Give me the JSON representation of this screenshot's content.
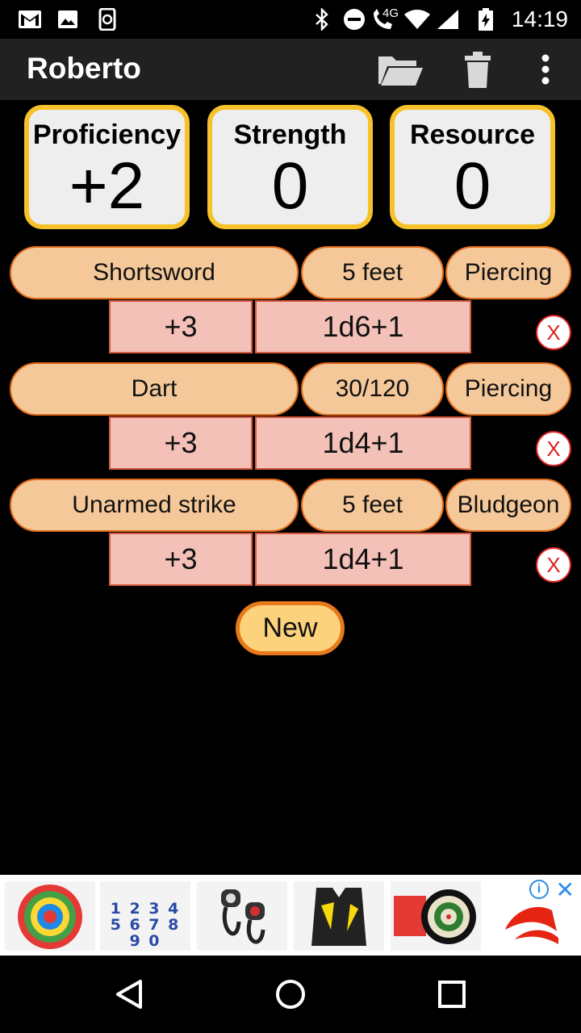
{
  "status_bar": {
    "time": "14:19",
    "network": "4G",
    "icons": [
      "gmail-icon",
      "image-icon",
      "sync-phone-icon",
      "bluetooth-icon",
      "do-not-disturb-icon",
      "wifi-calling-icon",
      "wifi-icon",
      "signal-icon",
      "battery-charging-icon"
    ]
  },
  "app_bar": {
    "title": "Roberto",
    "actions": [
      "folder-open-icon",
      "trash-icon",
      "more-vert-icon"
    ]
  },
  "stats": [
    {
      "label": "Proficiency",
      "value": "+2"
    },
    {
      "label": "Strength",
      "value": "0"
    },
    {
      "label": "Resource",
      "value": "0"
    }
  ],
  "attacks": [
    {
      "name": "Shortsword",
      "range": "5 feet",
      "type": "Piercing",
      "bonus": "+3",
      "damage": "1d6+1",
      "delete_label": "X"
    },
    {
      "name": "Dart",
      "range": "30/120",
      "type": "Piercing",
      "bonus": "+3",
      "damage": "1d4+1",
      "delete_label": "X"
    },
    {
      "name": "Unarmed strike",
      "range": "5 feet",
      "type": "Bludgeon",
      "bonus": "+3",
      "damage": "1d4+1",
      "delete_label": "X"
    }
  ],
  "new_button": "New",
  "ad": {
    "info_label": "i",
    "close_label": "✕",
    "thumb_text": "1 2 3 4 5 6 7 8 9 0",
    "items": [
      "dartboard-toy-image",
      "number-magnets-image",
      "bike-lights-image",
      "life-vest-image",
      "dartboard-set-image",
      "brand-logo-image"
    ]
  },
  "nav": [
    "back-icon",
    "home-icon",
    "recents-icon"
  ],
  "colors": {
    "stat_border": "#f6c22a",
    "pill_fill": "#f5c89a",
    "pill_border": "#e06a1a",
    "cell_fill": "#f4c1b8",
    "new_fill": "#fcd27c",
    "new_border": "#e8791a",
    "delete_red": "#e02020"
  }
}
